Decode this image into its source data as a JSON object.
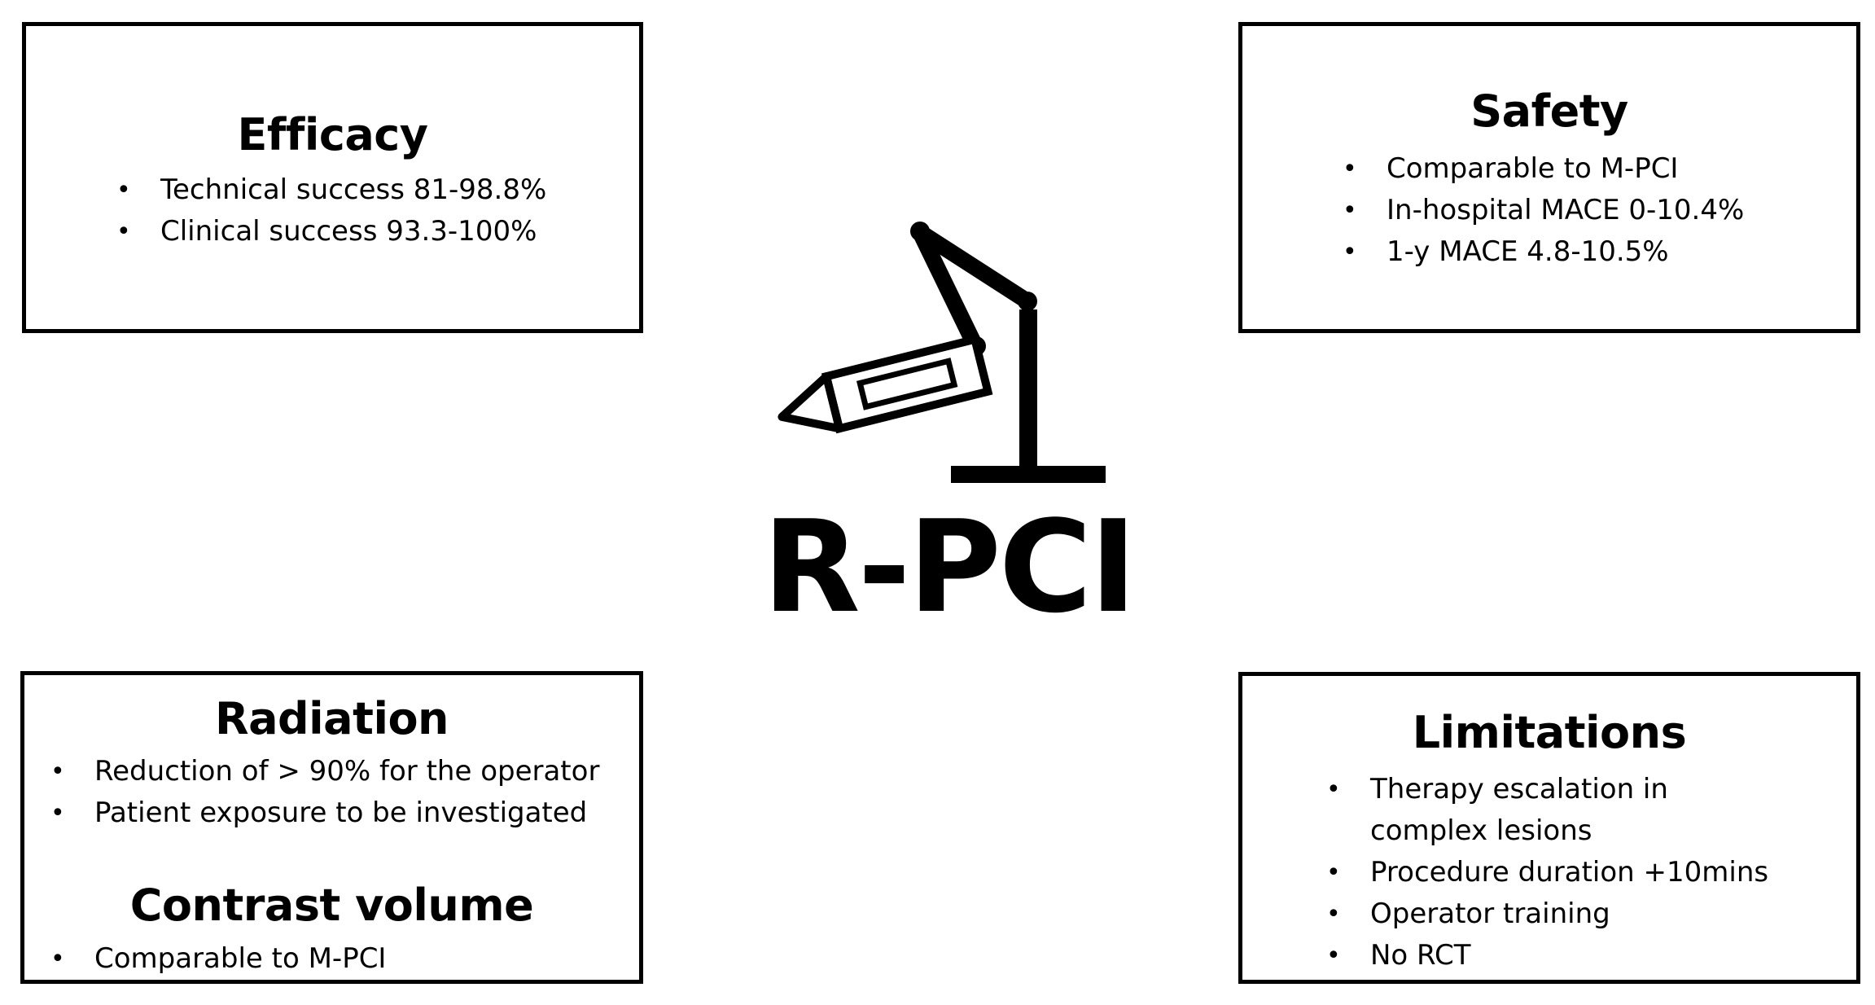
{
  "main_label": "R-PCI",
  "icon": "robotic-arm-icon",
  "efficacy": {
    "title": "Efficacy",
    "items": [
      "Technical success 81-98.8%",
      "Clinical success  93.3-100%"
    ]
  },
  "safety": {
    "title": "Safety",
    "items": [
      "Comparable to M-PCI",
      "In-hospital MACE 0-10.4%",
      "1-y MACE 4.8-10.5%"
    ]
  },
  "radiation": {
    "title": "Radiation",
    "items": [
      "Reduction of > 90% for the operator",
      "Patient exposure to be investigated"
    ]
  },
  "contrast": {
    "title": "Contrast volume",
    "items": [
      "Comparable to M-PCI"
    ]
  },
  "limitations": {
    "title": "Limitations",
    "items": [
      "Therapy escalation in",
      "complex lesions",
      "Procedure duration +10mins",
      "Operator training",
      "No RCT"
    ]
  }
}
